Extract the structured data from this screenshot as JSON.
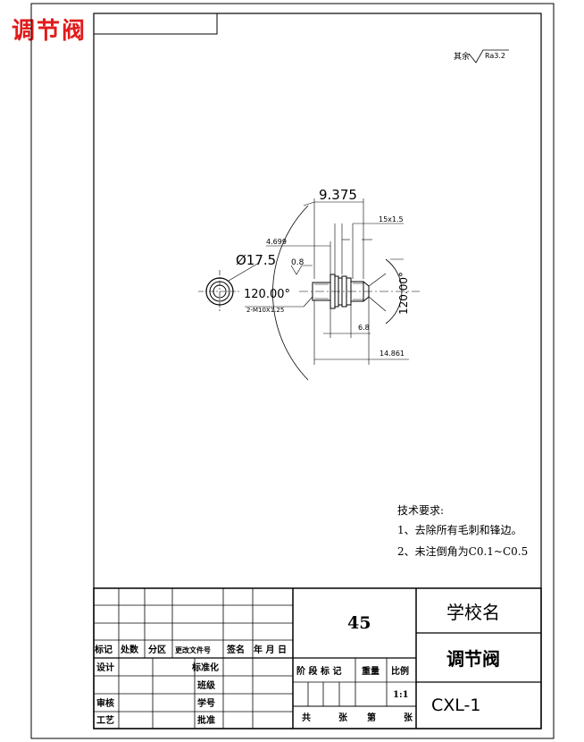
{
  "header": {
    "red_title": "调节阀"
  },
  "roughness": {
    "prefix": "其余",
    "value": "Ra3.2"
  },
  "dimensions": {
    "d1": "9.375",
    "d2": "15x1.5",
    "d3": "4.699",
    "d4": "Ø17.5",
    "d5": "0.8",
    "d6": "120.00°",
    "d7": "2-M10X1.25",
    "d8": "120.00°",
    "d9": "6.8",
    "d10": "14.861"
  },
  "notes": {
    "heading": "技术要求:",
    "item1": "1、去除所有毛刺和锋边。",
    "item2": "2、未注倒角为C0.1~C0.5"
  },
  "title_block": {
    "material": "45",
    "school": "学校名",
    "part_name": "调节阀",
    "drawing_no": "CXL-1",
    "rev_headers": [
      "标记",
      "处数",
      "分区",
      "更改文件号",
      "签名",
      "年 月 日"
    ],
    "row_design": "设计",
    "row_standard": "标准化",
    "row_review": "审核",
    "row_craft": "工艺",
    "row_squad": "班级",
    "row_student_no": "学号",
    "row_approve": "批准",
    "stage_label": "阶 段 标 记",
    "weight_label": "重量",
    "scale_label": "比例",
    "scale_value": "1:1",
    "total_label": "共",
    "sheets_label": "张",
    "page_label": "第",
    "sheet_label2": "张"
  }
}
